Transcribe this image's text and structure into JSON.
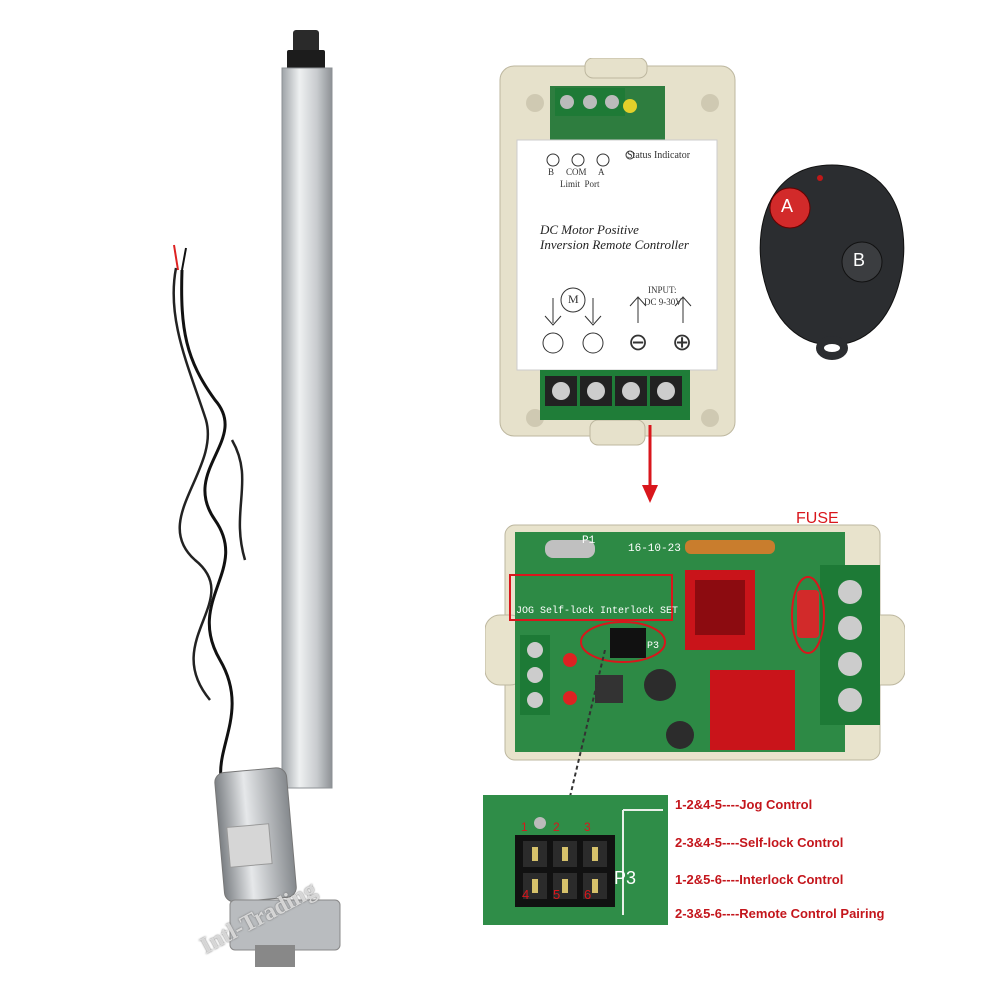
{
  "colors": {
    "accent_red": "#d9161c",
    "pcb_green": "#1f8a3a",
    "enclosure_beige": "#e9e4cf"
  },
  "controller_box": {
    "status_indicator": "Status Indicator",
    "limit_b": "B",
    "limit_com": "COM",
    "limit_a": "A",
    "limit_port": "Limit  Port",
    "title_line1": "DC Motor Positive",
    "title_line2": "Inversion Remote Controller",
    "input_label": "INPUT:",
    "input_value": "DC 9-30V",
    "motor_symbol": "M",
    "minus_symbol": "⊖",
    "plus_symbol": "⊕"
  },
  "remote": {
    "button_a": "A",
    "button_b": "B"
  },
  "board": {
    "fuse_label": "FUSE",
    "date_code": "16-10-23",
    "p1": "P1",
    "jumper_labels": [
      "JOG",
      "Self-lock",
      "Interlock",
      "SET"
    ],
    "p3": "P3"
  },
  "closeup": {
    "pins_top": [
      "1",
      "2",
      "3"
    ],
    "pins_bottom": [
      "4",
      "5",
      "6"
    ],
    "p3": "P3"
  },
  "pin_functions": [
    {
      "code": "1-2&4-5----",
      "desc": "Jog Control"
    },
    {
      "code": "2-3&4-5----",
      "desc": "Self-lock Control"
    },
    {
      "code": "1-2&5-6----",
      "desc": "Interlock Control"
    },
    {
      "code": "2-3&5-6----",
      "desc": "Remote Control Pairing"
    }
  ],
  "watermark": "Intl-Trading"
}
